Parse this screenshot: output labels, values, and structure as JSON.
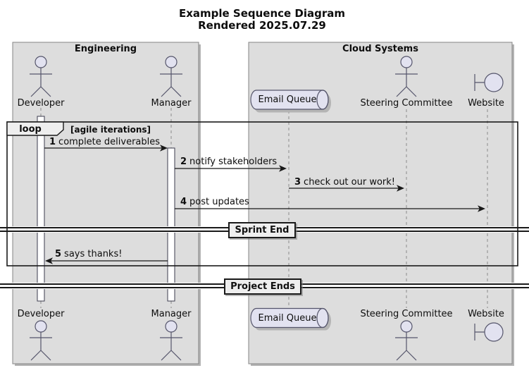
{
  "title": {
    "line1": "Example Sequence Diagram",
    "line2": "Rendered 2025.07.29"
  },
  "boxes": [
    {
      "title": "Engineering"
    },
    {
      "title": "Cloud Systems"
    }
  ],
  "participants": [
    {
      "name": "Developer",
      "icon": "actor-icon",
      "group": "Engineering"
    },
    {
      "name": "Manager",
      "icon": "actor-icon",
      "group": "Engineering"
    },
    {
      "name": "Email Queue",
      "icon": "queue-icon",
      "group": "Cloud Systems"
    },
    {
      "name": "Steering Committee",
      "icon": "actor-icon",
      "group": "Cloud Systems"
    },
    {
      "name": "Website",
      "icon": "boundary-icon",
      "group": "Cloud Systems"
    }
  ],
  "loop_frame": {
    "keyword": "loop",
    "condition": "[agile iterations]"
  },
  "messages": [
    {
      "num": "1",
      "text": "complete deliverables",
      "from": "Developer",
      "to": "Manager"
    },
    {
      "num": "2",
      "text": "notify stakeholders",
      "from": "Manager",
      "to": "Email Queue"
    },
    {
      "num": "3",
      "text": "check out our work!",
      "from": "Email Queue",
      "to": "Steering Committee"
    },
    {
      "num": "4",
      "text": "post updates",
      "from": "Manager",
      "to": "Website"
    },
    {
      "num": "5",
      "text": "says thanks!",
      "from": "Manager",
      "to": "Developer"
    }
  ],
  "dividers": [
    {
      "label": "Sprint End"
    },
    {
      "label": "Project Ends"
    }
  ],
  "colors": {
    "group_box_fill": "#dddddd",
    "group_box_border": "#848484",
    "shape_fill": "#e2e2f0",
    "shape_border": "#55556b",
    "frame_border": "#1a1a1a",
    "lifeline": "#8a8a8a",
    "arrow": "#181818",
    "label_bg": "#eeeeee"
  }
}
